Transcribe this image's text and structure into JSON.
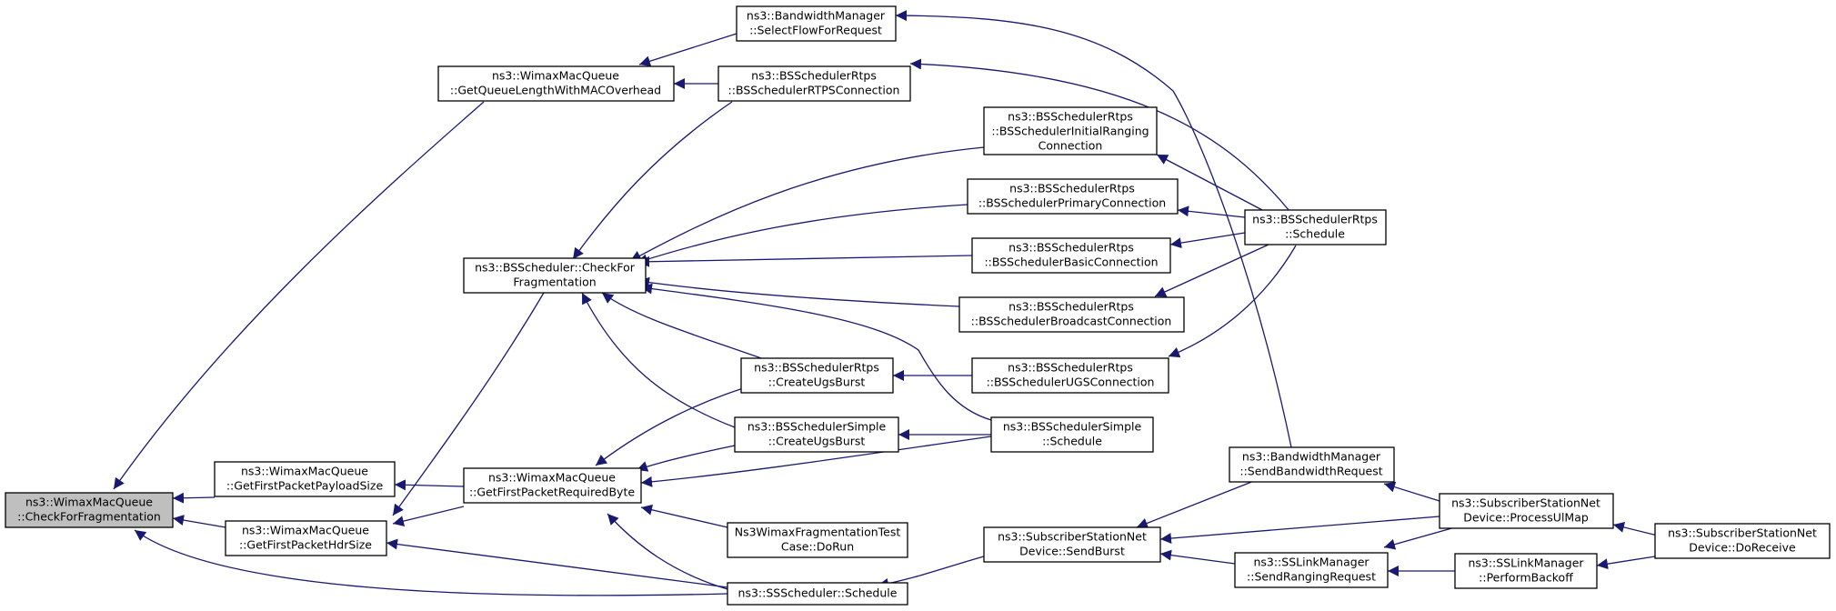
{
  "colors": {
    "edge": "#191970",
    "node_border": "#000000",
    "focus_fill": "#bfbfbf"
  },
  "nodes": {
    "n_check": [
      "ns3::WimaxMacQueue",
      "::CheckForFragmentation"
    ],
    "n_payload": [
      "ns3::WimaxMacQueue",
      "::GetFirstPacketPayloadSize"
    ],
    "n_hdr": [
      "ns3::WimaxMacQueue",
      "::GetFirstPacketHdrSize"
    ],
    "n_qlen": [
      "ns3::WimaxMacQueue",
      "::GetQueueLengthWithMACOverhead"
    ],
    "n_bsfrag": [
      "ns3::BSScheduler::CheckFor",
      "Fragmentation"
    ],
    "n_reqbyte": [
      "ns3::WimaxMacQueue",
      "::GetFirstPacketRequiredByte"
    ],
    "n_bw_select": [
      "ns3::BandwidthManager",
      "::SelectFlowForRequest"
    ],
    "n_rtps_conn": [
      "ns3::BSSchedulerRtps",
      "::BSSchedulerRTPSConnection"
    ],
    "n_rtps_init": [
      "ns3::BSSchedulerRtps",
      "::BSSchedulerInitialRanging",
      "Connection"
    ],
    "n_rtps_prim": [
      "ns3::BSSchedulerRtps",
      "::BSSchedulerPrimaryConnection"
    ],
    "n_rtps_basic": [
      "ns3::BSSchedulerRtps",
      "::BSSchedulerBasicConnection"
    ],
    "n_rtps_bcast": [
      "ns3::BSSchedulerRtps",
      "::BSSchedulerBroadcastConnection"
    ],
    "n_rtps_ugsb": [
      "ns3::BSSchedulerRtps",
      "::CreateUgsBurst"
    ],
    "n_rtps_ugsc": [
      "ns3::BSSchedulerRtps",
      "::BSSchedulerUGSConnection"
    ],
    "n_simple_ugsb": [
      "ns3::BSSchedulerSimple",
      "::CreateUgsBurst"
    ],
    "n_simple_sched": [
      "ns3::BSSchedulerSimple",
      "::Schedule"
    ],
    "n_test": [
      "Ns3WimaxFragmentationTest",
      "Case::DoRun"
    ],
    "n_ss_sched": [
      "ns3::SSScheduler::Schedule"
    ],
    "n_rtps_sched": [
      "ns3::BSSchedulerRtps",
      "::Schedule"
    ],
    "n_bw_send": [
      "ns3::BandwidthManager",
      "::SendBandwidthRequest"
    ],
    "n_ssnd_burst": [
      "ns3::SubscriberStationNet",
      "Device::SendBurst"
    ],
    "n_sslink_rng": [
      "ns3::SSLinkManager",
      "::SendRangingRequest"
    ],
    "n_ssnd_ulmap": [
      "ns3::SubscriberStationNet",
      "Device::ProcessUlMap"
    ],
    "n_sslink_back": [
      "ns3::SSLinkManager",
      "::PerformBackoff"
    ],
    "n_ssnd_recv": [
      "ns3::SubscriberStationNet",
      "Device::DoReceive"
    ]
  }
}
